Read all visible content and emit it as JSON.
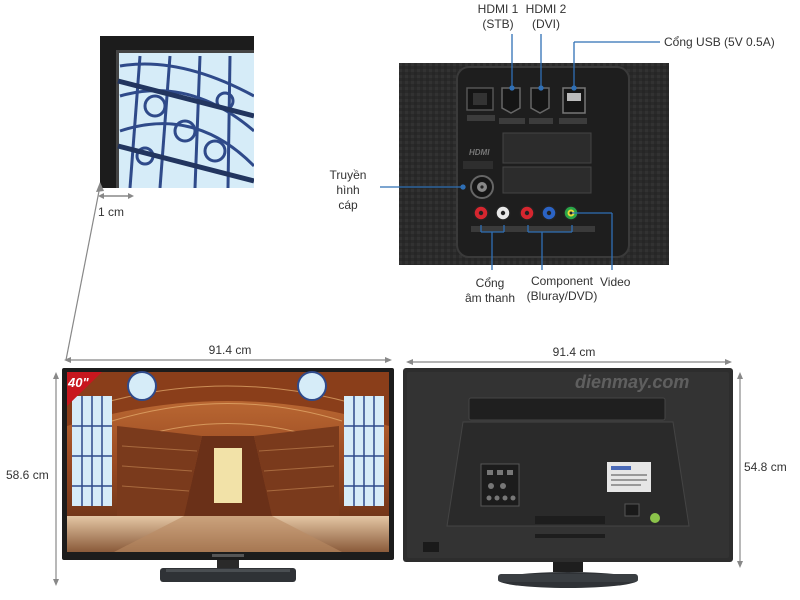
{
  "title": "",
  "bezel_label": "1 cm",
  "ports": {
    "hdmi1": [
      "HDMI 1",
      "(STB)"
    ],
    "hdmi2": [
      "HDMI 2",
      "(DVI)"
    ],
    "usb": "Cổng USB (5V 0.5A)",
    "cable": [
      "Truyền",
      "hình",
      "cáp"
    ],
    "audio": [
      "Cổng",
      "âm thanh"
    ],
    "component": [
      "Component",
      "(Bluray/DVD)"
    ],
    "video": "Video",
    "hdmi_logo": "HDMI"
  },
  "dimensions": {
    "front_width": "91.4 cm",
    "front_height": "58.6 cm",
    "back_width": "91.4 cm",
    "back_height": "54.8 cm"
  },
  "badge": "40\"",
  "watermark": "dienmay.com",
  "colors": {
    "line": "#555555",
    "bezel": "#1c1c1c",
    "panel": "#2a2a2a",
    "badge": "#c8171e",
    "sky": "#d6ecf8",
    "lattice": "#2f4a8a",
    "hall": "#9a4a22"
  }
}
